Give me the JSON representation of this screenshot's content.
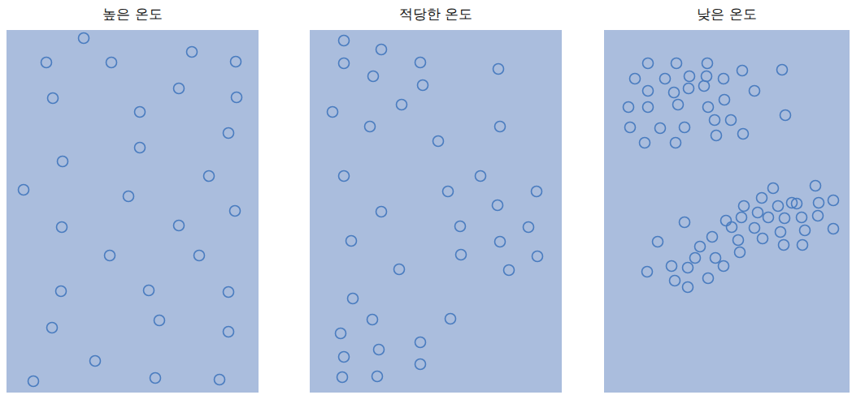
{
  "diagram": {
    "nodes": [
      {
        "text": [
          "높은 온도"
        ]
      },
      {
        "text": [
          "적당한 온도"
        ]
      },
      {
        "text": [
          "낮은 온도"
        ]
      }
    ]
  }
}
